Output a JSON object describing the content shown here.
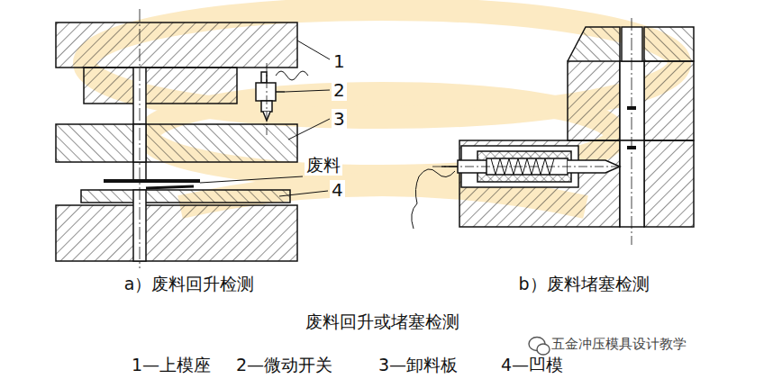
{
  "diagram": {
    "caption": "废料回升或堵塞检测",
    "labels": [
      "1",
      "2",
      "3",
      "废料",
      "4",
      "a）废料回升检测",
      "b）废料堵塞检测",
      "1—上模座",
      "2—微动开关",
      "3—卸料板",
      "4—凹模",
      "五金冲压模具设计教学"
    ]
  }
}
